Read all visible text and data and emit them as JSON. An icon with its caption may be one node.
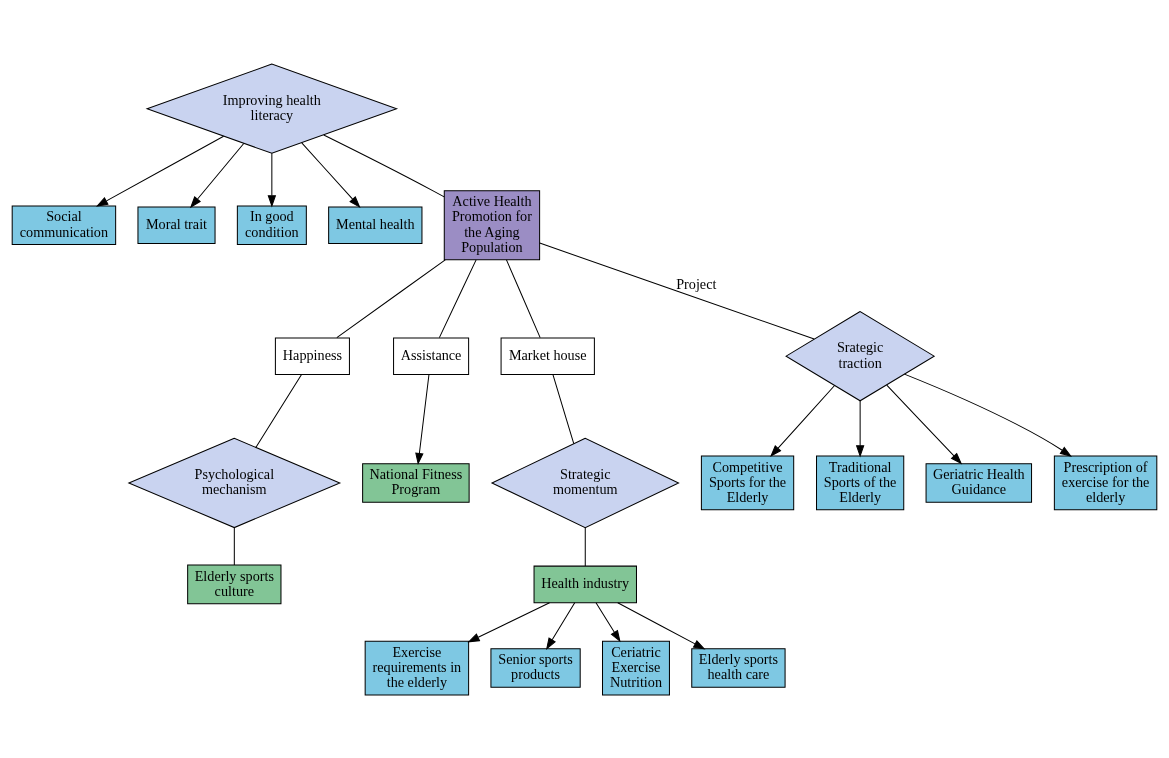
{
  "diagram": {
    "nodes": [
      {
        "text": [
          "Improving health literacy"
        ]
      },
      {
        "text": [
          "Social communication"
        ]
      },
      {
        "text": [
          "Moral trait"
        ]
      },
      {
        "text": [
          "In good condition"
        ]
      },
      {
        "text": [
          "Mental health"
        ]
      },
      {
        "text": [
          "Active Health Promotion for the Aging Population"
        ]
      },
      {
        "text": [
          "Psychological mechanism"
        ]
      },
      {
        "text": [
          "Happiness"
        ]
      },
      {
        "text": [
          "Elderly sports culture"
        ]
      },
      {
        "text": [
          "Assistance"
        ]
      },
      {
        "text": [
          "National Fitness Program"
        ]
      },
      {
        "text": [
          "Market house"
        ]
      },
      {
        "text": [
          "Strategic momentum"
        ]
      },
      {
        "text": [
          "Health industry"
        ]
      },
      {
        "text": [
          "Srategic traction"
        ]
      },
      {
        "text": [
          "Competitive Sports for the Elderly"
        ]
      },
      {
        "text": [
          "Traditional Sports of the Elderly"
        ]
      },
      {
        "text": [
          "Geriatric Health Guidance"
        ]
      },
      {
        "text": [
          "Prescription of exercise for the elderly"
        ]
      },
      {
        "text": [
          "Exercise requirements in the elderly"
        ]
      },
      {
        "text": [
          "Senior sports products"
        ]
      },
      {
        "text": [
          "Ceriatric Exercise Nutrition"
        ]
      },
      {
        "text": [
          "Elderly sports health care"
        ]
      }
    ],
    "edges": [
      {
        "from": 0,
        "to": 1,
        "arrow": "to"
      },
      {
        "from": 0,
        "to": 2,
        "arrow": "to"
      },
      {
        "from": 0,
        "to": 3,
        "arrow": "to"
      },
      {
        "from": 0,
        "to": 4,
        "arrow": "to"
      },
      {
        "from": 0,
        "to": 5,
        "arrow": "none"
      },
      {
        "from": 5,
        "to": 7,
        "arrow": "none"
      },
      {
        "from": 7,
        "to": 6,
        "arrow": "none"
      },
      {
        "from": 6,
        "to": 8,
        "arrow": "none"
      },
      {
        "from": 5,
        "to": 9,
        "arrow": "none"
      },
      {
        "from": 9,
        "to": 10,
        "arrow": "to"
      },
      {
        "from": 5,
        "to": 11,
        "arrow": "none"
      },
      {
        "from": 11,
        "to": 12,
        "arrow": "none"
      },
      {
        "from": 12,
        "to": 13,
        "arrow": "none"
      },
      {
        "from": 5,
        "to": 14,
        "arrow": "none",
        "label": "Project"
      },
      {
        "from": 14,
        "to": 15,
        "arrow": "to"
      },
      {
        "from": 14,
        "to": 16,
        "arrow": "to"
      },
      {
        "from": 14,
        "to": 17,
        "arrow": "to"
      },
      {
        "from": 14,
        "to": 18,
        "arrow": "to"
      },
      {
        "from": 13,
        "to": 19,
        "arrow": "to"
      },
      {
        "from": 13,
        "to": 20,
        "arrow": "to"
      },
      {
        "from": 13,
        "to": 21,
        "arrow": "to"
      },
      {
        "from": 13,
        "to": 22,
        "arrow": "to"
      }
    ]
  }
}
